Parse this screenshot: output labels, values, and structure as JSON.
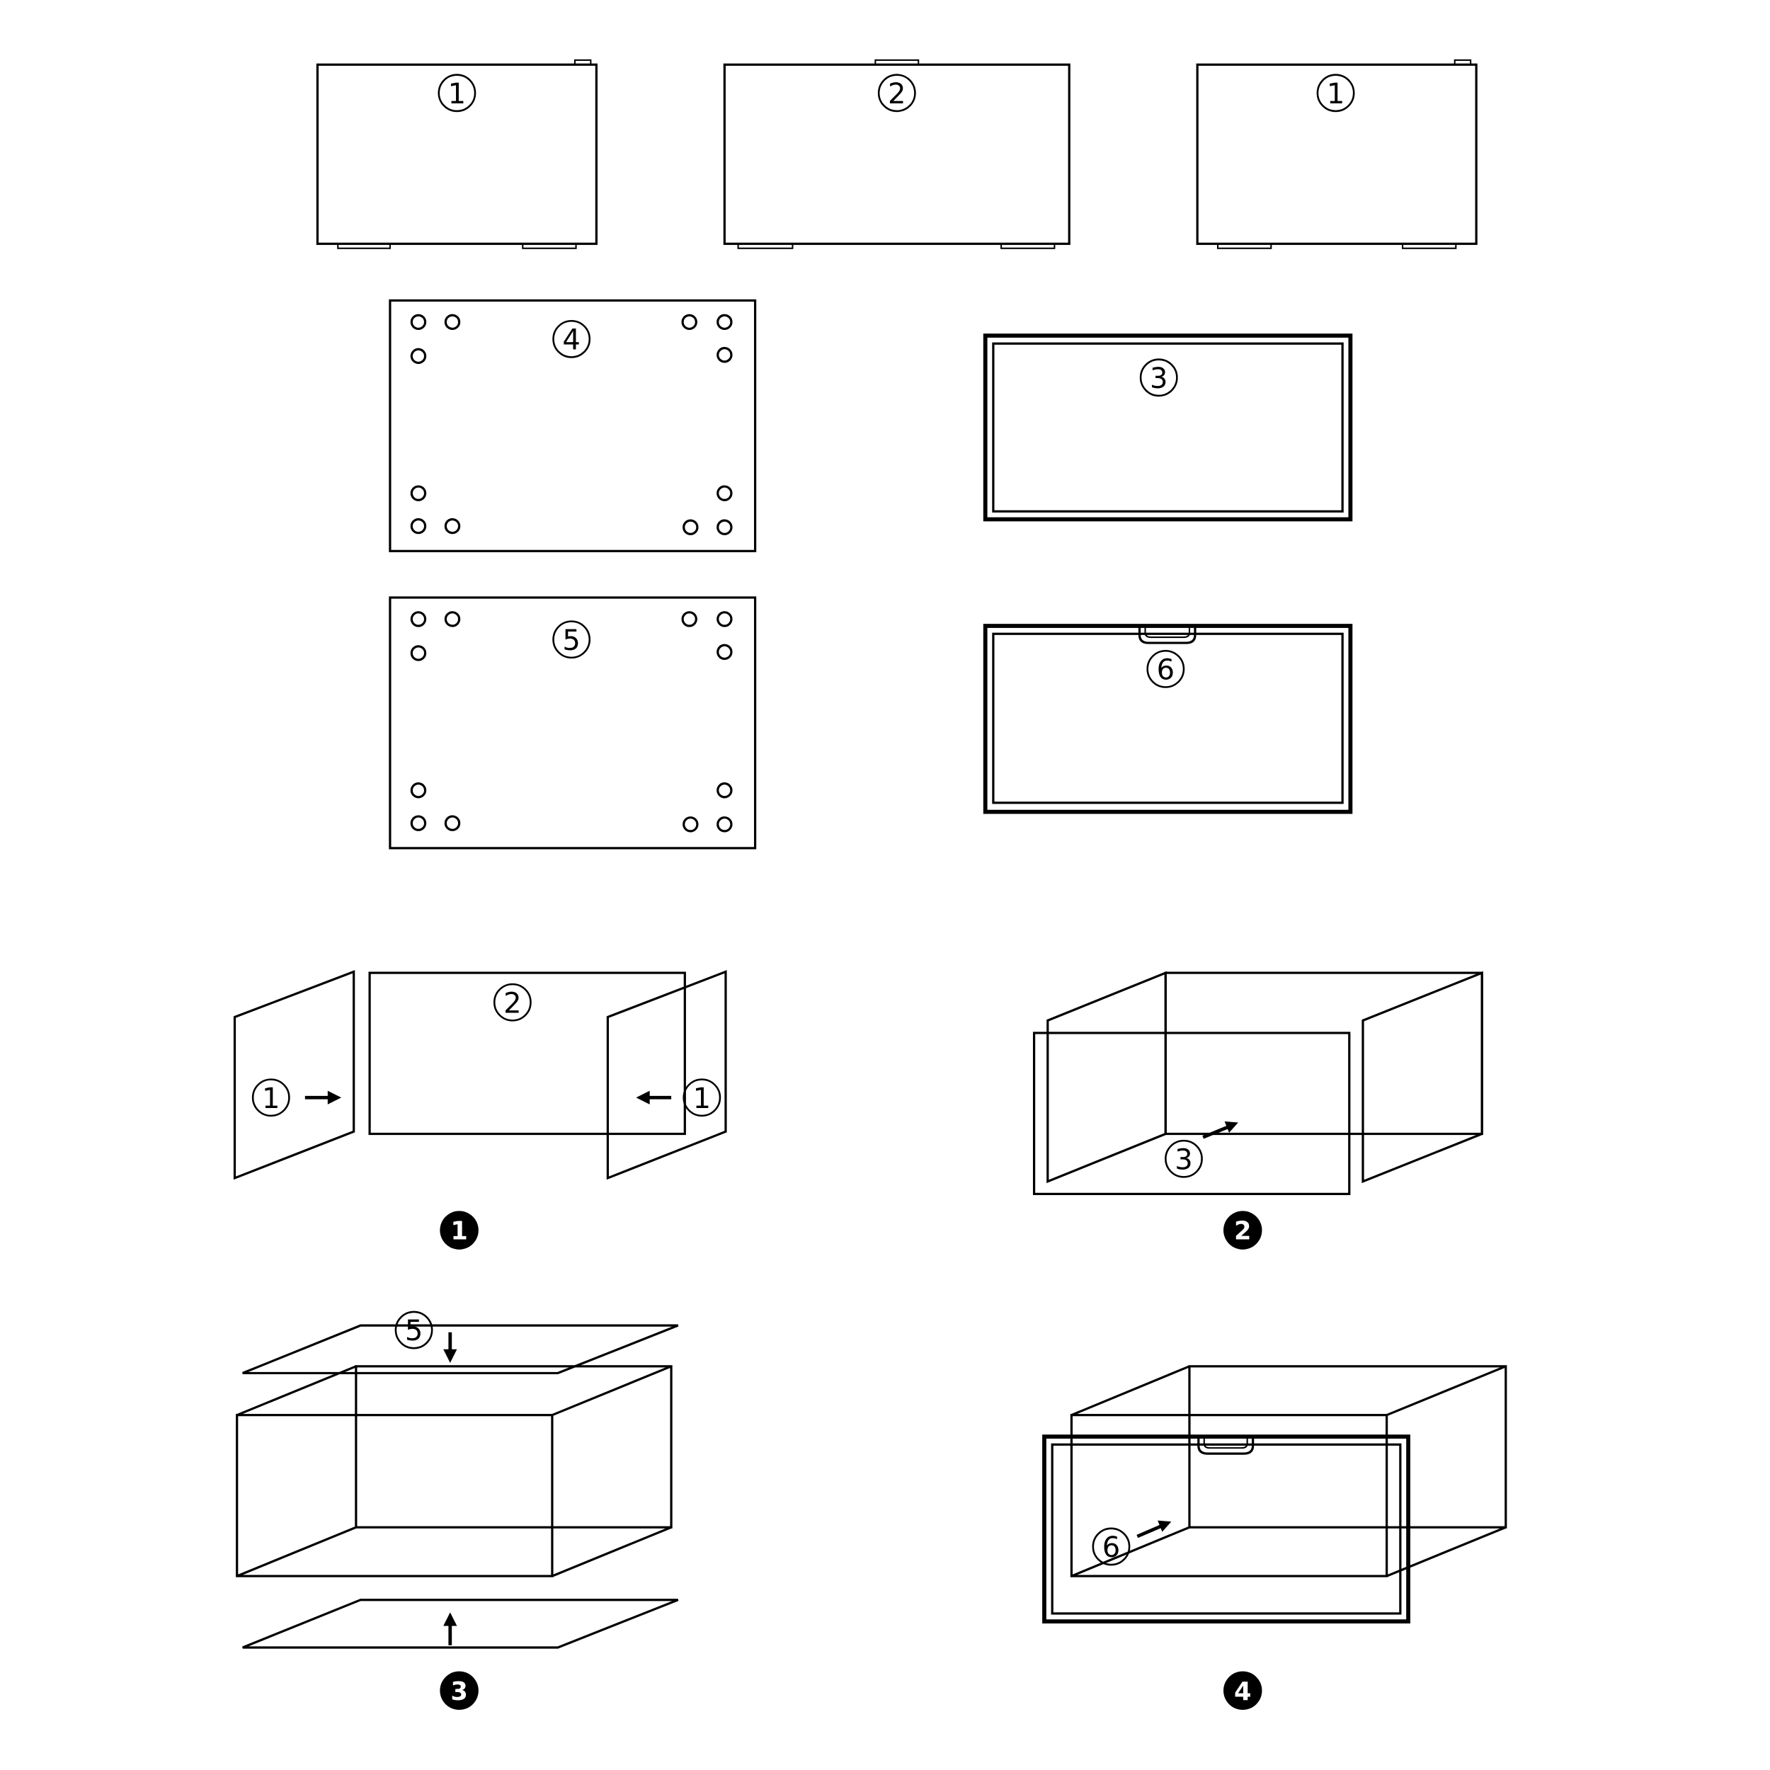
{
  "parts": {
    "side_left": "1",
    "back": "2",
    "side_right": "1",
    "top_holes": "4",
    "frame": "3",
    "bottom_holes": "5",
    "drawer_front": "6"
  },
  "steps": {
    "s1": {
      "number": "1",
      "label_back": "2",
      "label_left": "1",
      "label_right": "1"
    },
    "s2": {
      "number": "2",
      "label_frame": "3"
    },
    "s3": {
      "number": "3",
      "label_top": "5"
    },
    "s4": {
      "number": "4",
      "label_drawer": "6"
    }
  }
}
